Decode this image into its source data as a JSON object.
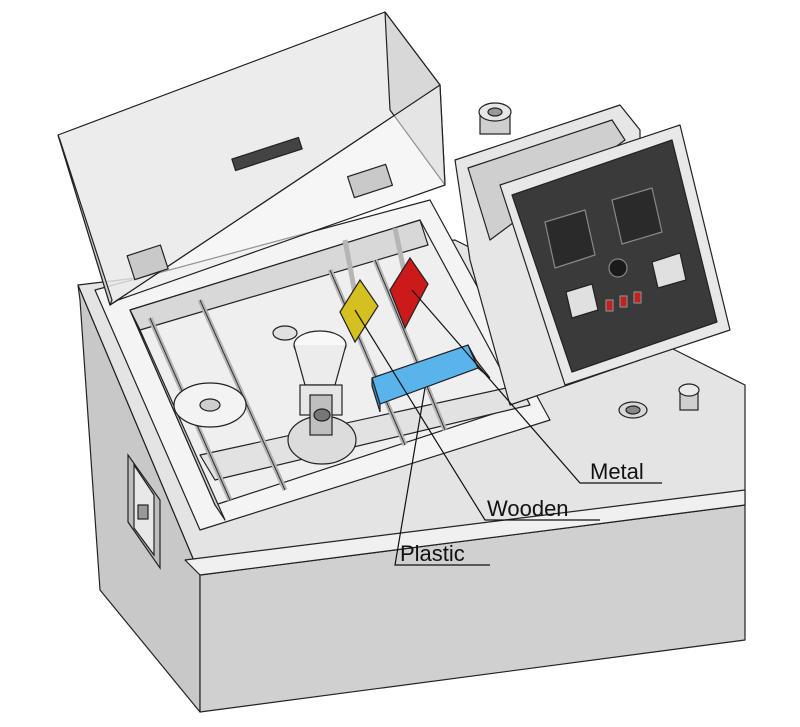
{
  "labels": {
    "metal": "Metal",
    "wooden": "Wooden",
    "plastic": "Plastic"
  },
  "colors": {
    "metal_sample": "#cc1a1a",
    "wooden_sample": "#d4c020",
    "plastic_sample": "#5ab4ec",
    "body": "#d6d6d6",
    "panel": "#3a3a3a",
    "outline": "#222222"
  }
}
